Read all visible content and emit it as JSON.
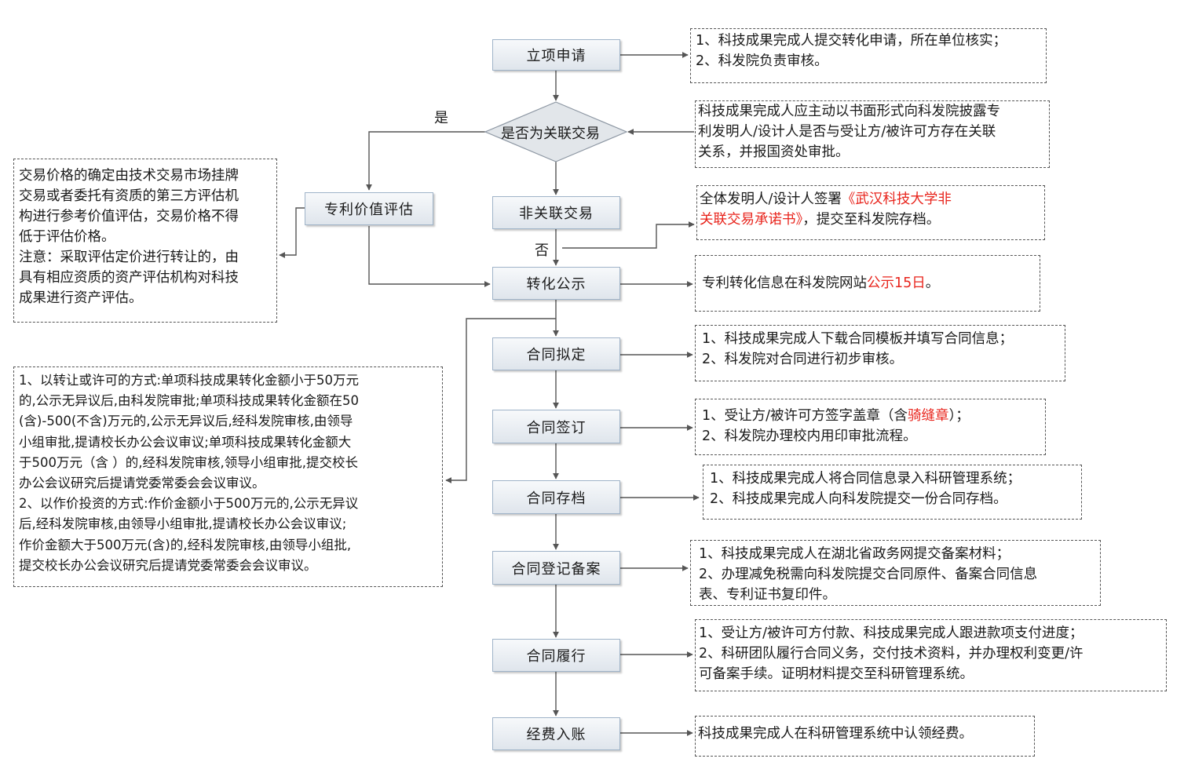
{
  "steps": {
    "lixiang": "立项申请",
    "feiguanlian": "非关联交易",
    "zhuanli": "专利价值评估",
    "gongshi": "转化公示",
    "niding": "合同拟定",
    "qianding": "合同签订",
    "cundang": "合同存档",
    "dengji": "合同登记备案",
    "lvxing": "合同履行",
    "ruzhang": "经费入账"
  },
  "decision": {
    "text": "是否为关联交易"
  },
  "labels": {
    "yes": "是",
    "no": "否"
  },
  "notes": {
    "lixiang": [
      "1、科技成果完成人提交转化申请，所在单位核实；",
      "2、科发院负责审核。"
    ],
    "guanlian": [
      "科技成果完成人应主动以书面形式向科发院披露专",
      "利发明人/设计人是否与受让方/被许可方存在关联",
      "关系，并报国资处审批。"
    ],
    "feiguanlian": {
      "a": "全体发明人/设计人签署",
      "b": "《武汉科技大学非",
      "c": "关联交易承诺书》",
      "d": "，提交至科发院存档。"
    },
    "gongshi": {
      "a": "专利转化信息在科发院网站",
      "b": "公示15日",
      "c": "。"
    },
    "niding": [
      "1、科技成果完成人下载合同模板并填写合同信息；",
      "2、科发院对合同进行初步审核。"
    ],
    "qianding": {
      "l1a": "1、受让方/被许可方签字盖章（含",
      "l1b": "骑缝章",
      "l1c": "）；",
      "l2": "2、科发院办理校内用印审批流程。"
    },
    "cundang": [
      "1、科技成果完成人将合同信息录入科研管理系统；",
      "2、科技成果完成人向科发院提交一份合同存档。"
    ],
    "dengji": [
      "1、科技成果完成人在湖北省政务网提交备案材料；",
      "2、办理减免税需向科发院提交合同原件、备案合同信息",
      "表、专利证书复印件。"
    ],
    "lvxing": [
      "1、受让方/被许可方付款、科技成果完成人跟进款项支付进度；",
      "2、科研团队履行合同义务，交付技术资料，并办理权利变更/许",
      "可备案手续。证明材料提交至科研管理系统。"
    ],
    "ruzhang": [
      "科技成果完成人在科研管理系统中认领经费。"
    ],
    "pricing": [
      "交易价格的确定由技术交易市场挂牌",
      "交易或者委托有资质的第三方评估机",
      "构进行参考价值评估，交易价格不得",
      "低于评估价格。",
      "注意：采取评估定价进行转让的，由",
      "具有相应资质的资产评估机构对科技",
      "成果进行资产评估。"
    ],
    "approval": [
      "1、以转让或许可的方式:单项科技成果转化金额小于50万元",
      "的,公示无异议后,由科发院审批;单项科技成果转化金额在50",
      "(含)-500(不含)万元的,公示无异议后,经科发院审核,由领导",
      "小组审批,提请校长办公会议审议;单项科技成果转化金额大",
      "于500万元（含 ）的,经科发院审核,领导小组审批,提交校长",
      "办公会议研究后提请党委常委会会议审议。",
      "2、以作价投资的方式:作价金额小于500万元的,公示无异议",
      "后,经科发院审核,由领导小组审批,提请校长办公会议审议;",
      "作价金额大于500万元(含)的,经科发院审核,由领导小组批,",
      "提交校长办公会议研究后提请党委常委会会议审议。"
    ]
  },
  "colors": {
    "highlight": "#e8241c",
    "line": "#555555",
    "box_border": "#9fb3c8"
  }
}
